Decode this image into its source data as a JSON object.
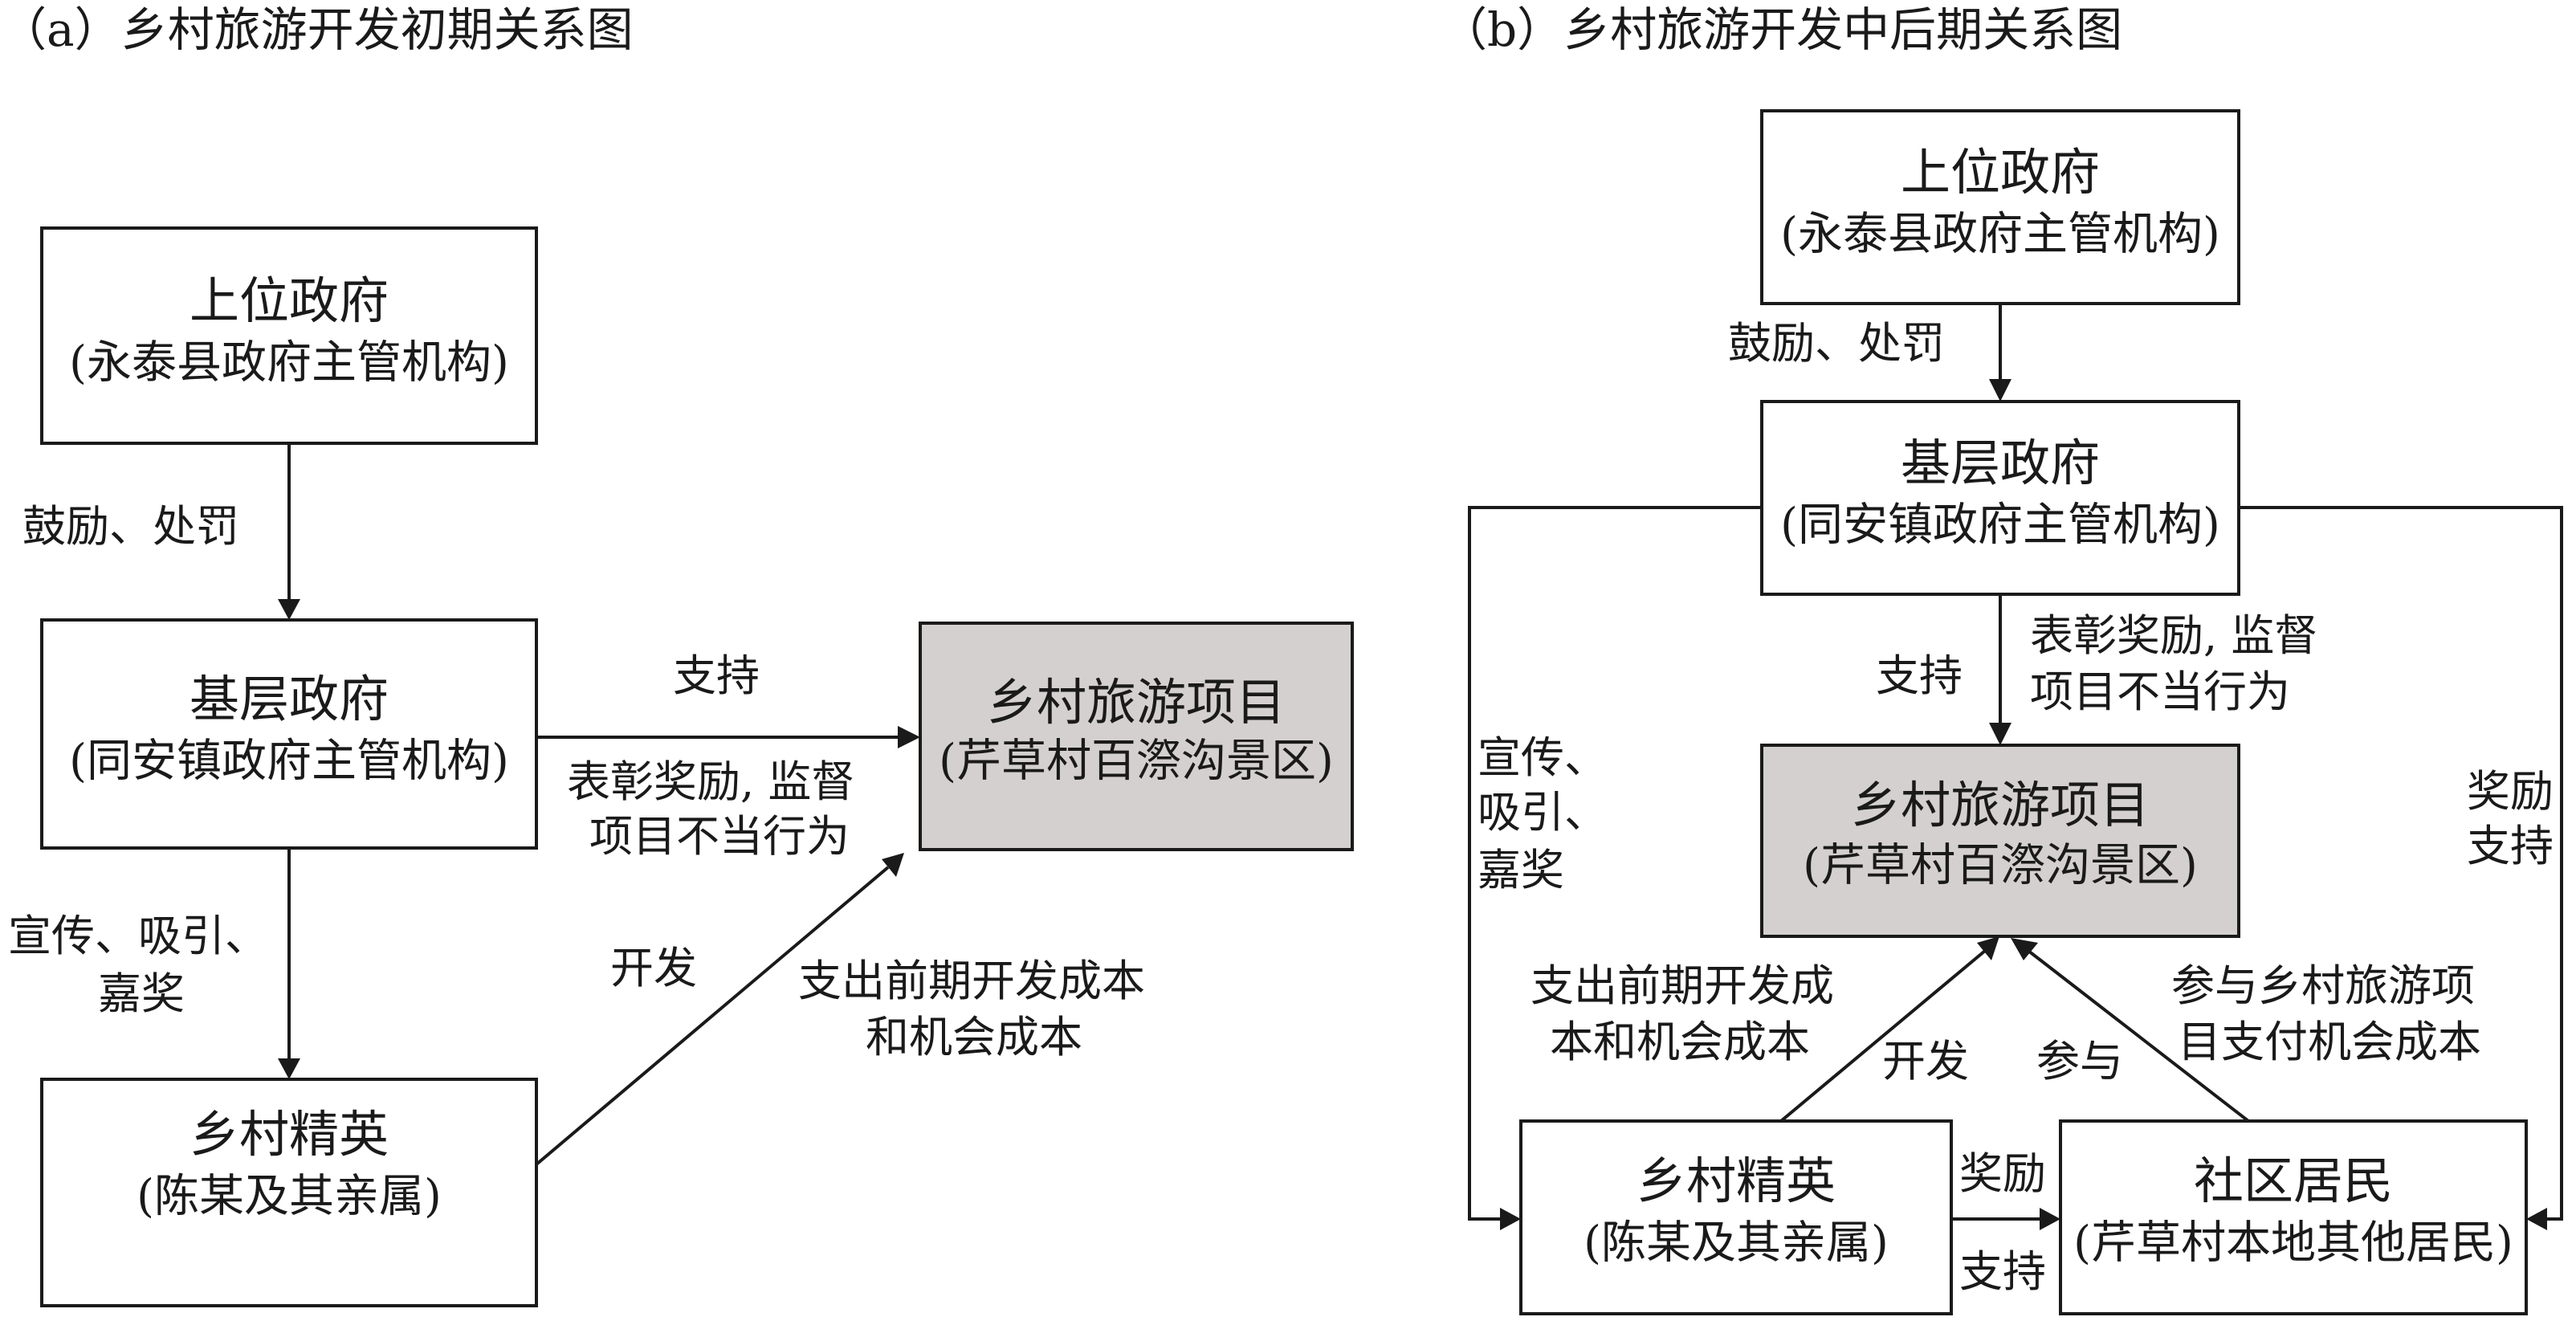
{
  "panel_a": {
    "title": "（a）乡村旅游开发初期关系图",
    "boxes": {
      "upper_gov": {
        "title": "上位政府",
        "sub": "(永泰县政府主管机构)"
      },
      "base_gov": {
        "title": "基层政府",
        "sub": "(同安镇政府主管机构)"
      },
      "project": {
        "title": "乡村旅游项目",
        "sub": "(芹草村百漈沟景区)"
      },
      "elite": {
        "title": "乡村精英",
        "sub": "(陈某及其亲属)"
      }
    },
    "labels": {
      "encourage_punish": "鼓励、处罚",
      "support": "支持",
      "commend_line1": "表彰奖励, 监督",
      "commend_line2": "项目不当行为",
      "promote_line1": "宣传、吸引、",
      "promote_line2": "嘉奖",
      "develop": "开发",
      "cost_line1": "支出前期开发成本",
      "cost_line2": "和机会成本"
    }
  },
  "panel_b": {
    "title": "（b）乡村旅游开发中后期关系图",
    "boxes": {
      "upper_gov": {
        "title": "上位政府",
        "sub": "(永泰县政府主管机构)"
      },
      "base_gov": {
        "title": "基层政府",
        "sub": "(同安镇政府主管机构)"
      },
      "project": {
        "title": "乡村旅游项目",
        "sub": "(芹草村百漈沟景区)"
      },
      "elite": {
        "title": "乡村精英",
        "sub": "(陈某及其亲属)"
      },
      "residents": {
        "title": "社区居民",
        "sub": "(芹草村本地其他居民)"
      }
    },
    "labels": {
      "encourage_punish": "鼓励、处罚",
      "commend_line1": "表彰奖励, 监督",
      "commend_line2": "项目不当行为",
      "support": "支持",
      "promote_line1": "宣传、",
      "promote_line2": "吸引、",
      "promote_line3": "嘉奖",
      "reward_line1": "奖励",
      "reward_line2": "支持",
      "cost_line1": "支出前期开发成",
      "cost_line2": "本和机会成本",
      "develop": "开发",
      "participate": "参与",
      "participate_cost_line1": "参与乡村旅游项",
      "participate_cost_line2": "目支付机会成本",
      "elite_reward": "奖励",
      "elite_support": "支持"
    }
  }
}
